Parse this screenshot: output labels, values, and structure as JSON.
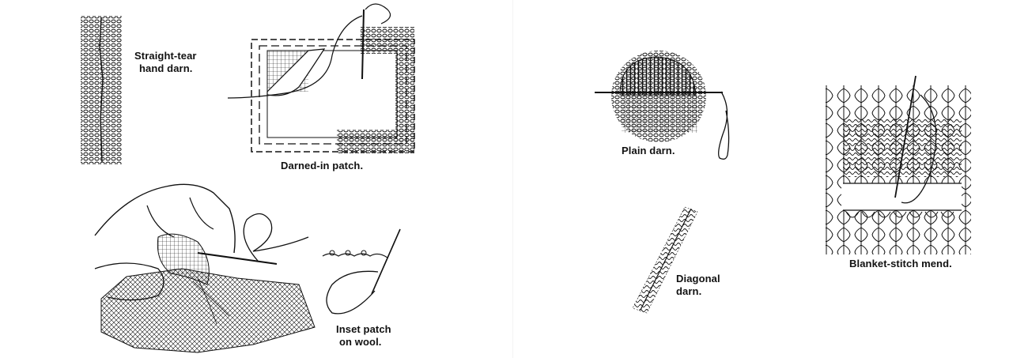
{
  "captions": {
    "straight_tear": [
      "Straight-tear",
      "hand darn."
    ],
    "darned_in_patch": "Darned-in patch.",
    "inset_patch": [
      "Inset patch",
      "on wool."
    ],
    "plain_darn": "Plain darn.",
    "diagonal_darn": [
      "Diagonal",
      "darn."
    ],
    "blanket_stitch": "Blanket-stitch mend."
  },
  "colors": {
    "ink": "#111111",
    "paper": "#ffffff"
  },
  "figures": [
    {
      "name": "straight-tear-hand-darn",
      "icon": "darn-column-illustration"
    },
    {
      "name": "darned-in-patch",
      "icon": "patch-with-needle-illustration"
    },
    {
      "name": "hand-sewing-patch",
      "icon": "hand-holding-fabric-illustration"
    },
    {
      "name": "inset-patch-on-wool",
      "icon": "needle-and-thread-illustration"
    },
    {
      "name": "plain-darn",
      "icon": "woven-oval-darn-illustration"
    },
    {
      "name": "diagonal-darn",
      "icon": "diagonal-strip-illustration"
    },
    {
      "name": "blanket-stitch-mend",
      "icon": "knit-fabric-illustration"
    }
  ]
}
